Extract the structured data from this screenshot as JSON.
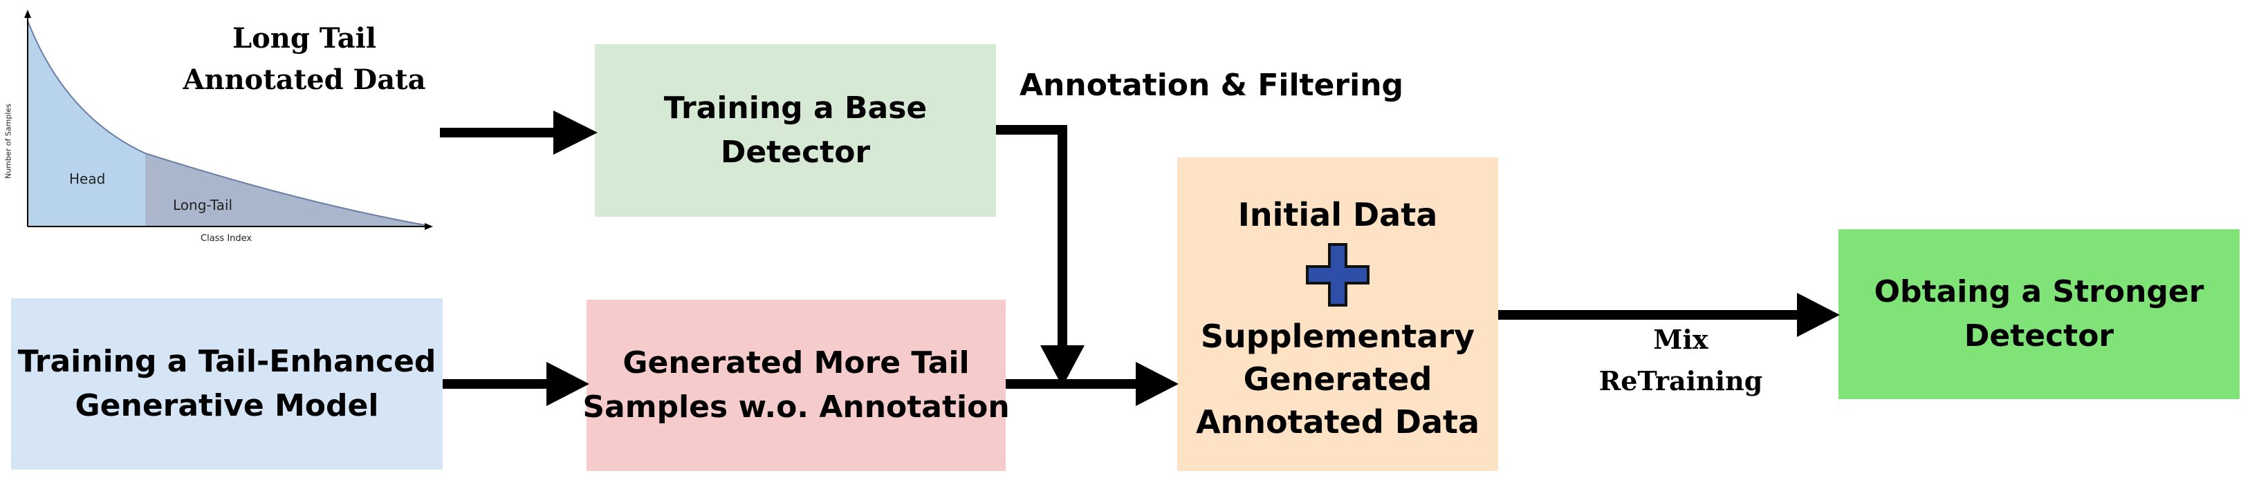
{
  "inset_chart": {
    "title_lines": [
      "Long Tail",
      "Annotated Data"
    ],
    "ylabel": "Number of Samples",
    "xlabel": "Class Index",
    "regions": [
      {
        "label": "Head",
        "color": "#b8d3ec"
      },
      {
        "label": "Long-Tail",
        "color": "#a9b6cc"
      }
    ]
  },
  "boxes": {
    "base_detector": {
      "lines": [
        "Training a Base",
        "Detector"
      ],
      "color": "#d5e9d4"
    },
    "tail_model": {
      "lines": [
        "Training a Tail-Enhanced",
        "Generative Model"
      ],
      "color": "#d5e5f6"
    },
    "generated": {
      "lines": [
        "Generated More Tail",
        "Samples w.o. Annotation"
      ],
      "color": "#f5cccb"
    },
    "merged": {
      "top": "Initial Data",
      "plus_icon": "plus-icon",
      "plus_color": "#2e4fa8",
      "bottom_lines": [
        "Supplementary",
        "Generated",
        "Annotated Data"
      ],
      "color": "#fde2c6"
    },
    "stronger": {
      "lines": [
        "Obtaing a Stronger",
        "Detector"
      ],
      "color": "#7fe377"
    }
  },
  "annotation_filtering": "Annotation & Filtering",
  "mix_retraining": [
    "Mix",
    "ReTraining"
  ]
}
